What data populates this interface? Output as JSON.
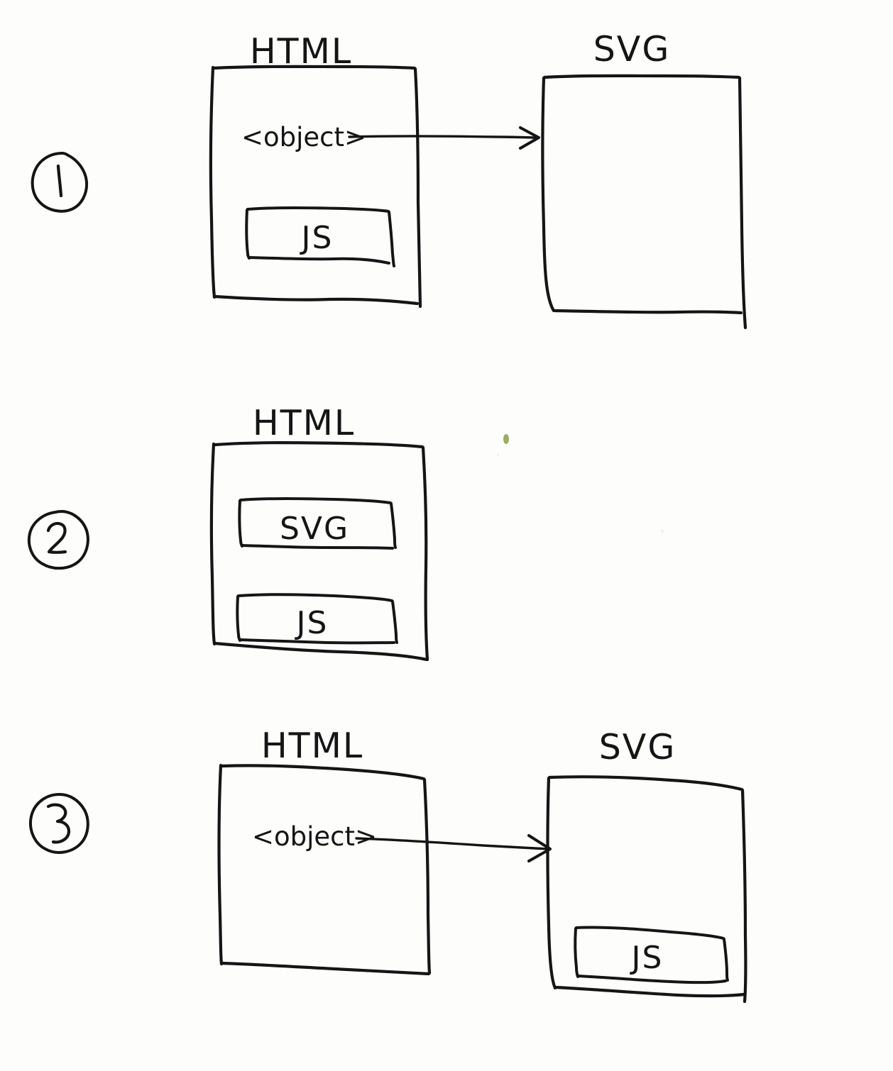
{
  "page": {
    "title": "HTML SVG JS embedding approaches sketch",
    "medium": "hand-drawn pen sketch on white paper",
    "background_color": "#fdfdfc",
    "ink_color": "#151515"
  },
  "diagrams": [
    {
      "number": "1",
      "marker_shape": "circle",
      "boxes": [
        {
          "label": "HTML",
          "label_position": "above-top-edge",
          "children": [
            {
              "label": "JS",
              "kind": "inner-box"
            }
          ],
          "texts": [
            {
              "label": "<object>",
              "kind": "inline-text"
            }
          ]
        },
        {
          "label": "SVG",
          "label_position": "above-top-edge",
          "children": [],
          "texts": []
        }
      ],
      "arrows": [
        {
          "from": "<object>",
          "to": "SVG",
          "direction": "right",
          "style": "single-line-open-head"
        }
      ]
    },
    {
      "number": "2",
      "marker_shape": "circle",
      "boxes": [
        {
          "label": "HTML",
          "label_position": "above-top-edge",
          "children": [
            {
              "label": "SVG",
              "kind": "inner-box"
            },
            {
              "label": "JS",
              "kind": "inner-box"
            }
          ],
          "texts": []
        }
      ],
      "arrows": []
    },
    {
      "number": "3",
      "marker_shape": "circle",
      "boxes": [
        {
          "label": "HTML",
          "label_position": "above-top-edge",
          "children": [],
          "texts": [
            {
              "label": "<object>",
              "kind": "inline-text"
            }
          ]
        },
        {
          "label": "SVG",
          "label_position": "above-top-edge",
          "children": [
            {
              "label": "JS",
              "kind": "inner-box"
            }
          ],
          "texts": []
        }
      ],
      "arrows": [
        {
          "from": "<object>",
          "to": "SVG",
          "direction": "right",
          "style": "single-line-open-head"
        }
      ]
    }
  ],
  "labels": {
    "html": "HTML",
    "svg": "SVG",
    "js": "JS",
    "object_tag": "<object>",
    "one": "1",
    "two": "2",
    "three": "3"
  }
}
